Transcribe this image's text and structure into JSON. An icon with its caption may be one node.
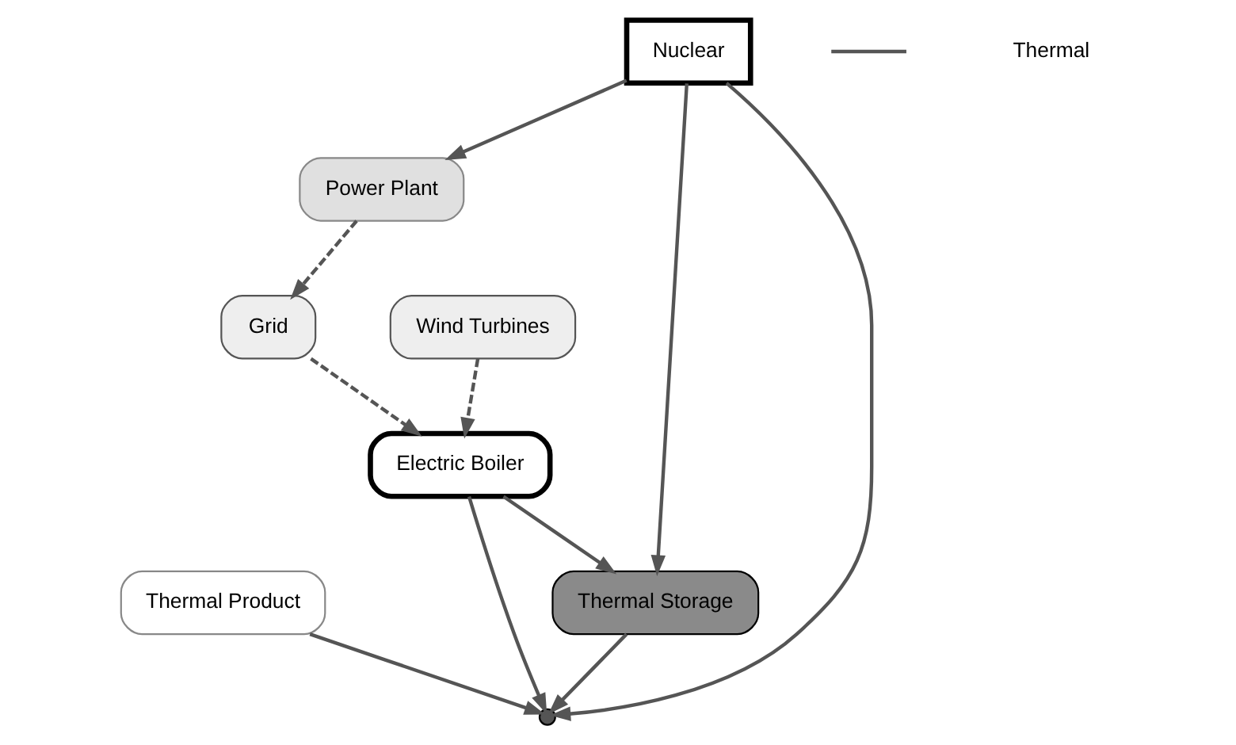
{
  "diagram": {
    "nodes": [
      {
        "text": [
          "Grid"
        ]
      },
      {
        "text": [
          "Wind Turbines"
        ]
      },
      {
        "text": [
          "Electric Boiler"
        ]
      },
      {
        "text": [
          "Power Plant"
        ]
      },
      {
        "text": [
          "Thermal Storage"
        ]
      },
      {
        "text": [],
        "shape": "circle"
      },
      {
        "text": [
          "Thermal Product"
        ]
      },
      {
        "text": [
          "Nuclear"
        ]
      }
    ],
    "edges": [
      {
        "from": 0,
        "to": 2,
        "arrow": "to",
        "style": "dashed"
      },
      {
        "from": 1,
        "to": 2,
        "arrow": "to",
        "style": "dashed"
      },
      {
        "from": 3,
        "to": 0,
        "arrow": "to",
        "style": "dashed"
      },
      {
        "from": 2,
        "to": 4,
        "arrow": "to"
      },
      {
        "from": 2,
        "to": 5,
        "arrow": "to"
      },
      {
        "from": 4,
        "to": 5,
        "arrow": "to"
      },
      {
        "from": 6,
        "to": 5,
        "arrow": "to"
      },
      {
        "from": 7,
        "to": 4,
        "arrow": "to"
      },
      {
        "from": 7,
        "to": 3,
        "arrow": "to"
      },
      {
        "from": 7,
        "to": 5,
        "arrow": "to"
      }
    ],
    "legend": [
      {
        "text": "Thermal"
      }
    ]
  }
}
